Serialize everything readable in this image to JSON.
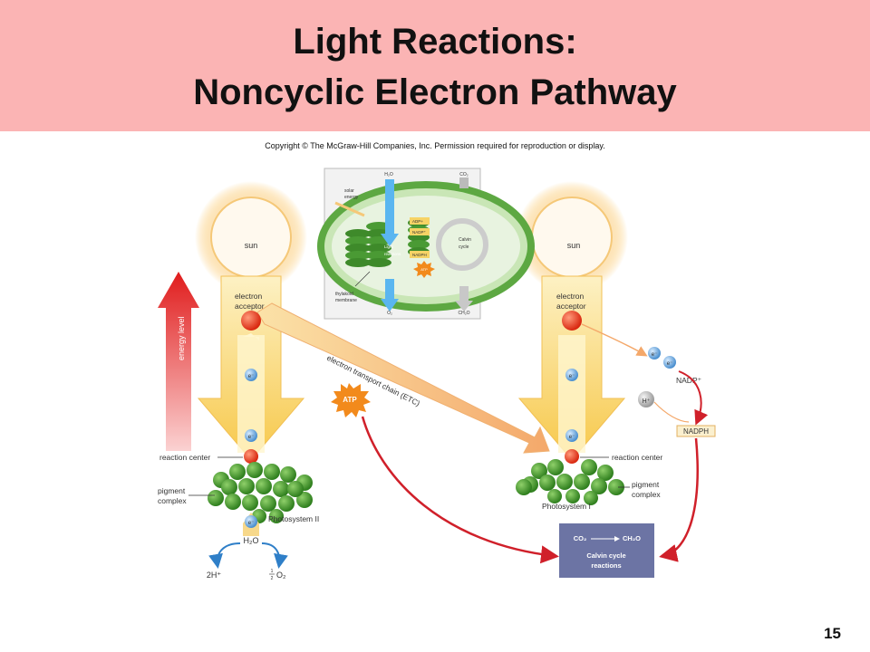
{
  "slide": {
    "title_line1": "Light Reactions:",
    "title_line2": "Noncyclic Electron Pathway",
    "copyright": "Copyright © The McGraw-Hill Companies, Inc. Permission required for reproduction or display.",
    "page_number": "15"
  },
  "inset": {
    "h2o": "H₂O",
    "co2": "CO₂",
    "solar_energy_1": "solar",
    "solar_energy_2": "energy",
    "adp": "ADP+",
    "nadp": "NADP⁺",
    "light_1": "Light",
    "light_2": "reactions",
    "nadph": "NADPH",
    "atp": "ATP",
    "calvin_1": "Calvin",
    "calvin_2": "cycle",
    "thylakoid_1": "thylakoid",
    "thylakoid_2": "membrane",
    "o2": "O₂",
    "ch2o": "CH₂O"
  },
  "labels": {
    "sun": "sun",
    "electron": "electron",
    "acceptor": "acceptor",
    "energy_level": "energy level",
    "etc": "electron transport chain (ETC)",
    "atp": "ATP",
    "reaction_center": "reaction center",
    "pigment": "pigment",
    "complex": "complex",
    "photosystem_ii": "Photosystem II",
    "photosystem_i": "Photosystem I",
    "electron_symbol": "e⁻",
    "h2o": "H₂O",
    "two_h": "2H⁺",
    "half_o2": "O₂",
    "half_num": "1",
    "half_den": "2",
    "nadp": "NADP⁺",
    "h_plus": "H⁺",
    "nadph": "NADPH",
    "calvin_co2": "CO₂",
    "calvin_ch2o": "CH₂O",
    "calvin_1": "Calvin cycle",
    "calvin_2": "reactions"
  },
  "colors": {
    "banner": "#fbb4b4",
    "electron_blue": "#5a9fd4",
    "acceptor_red": "#e8321c",
    "pigment_green": "#3f9a2a",
    "calvin_box": "#6c74a4",
    "arrow_red": "#d0202a"
  }
}
